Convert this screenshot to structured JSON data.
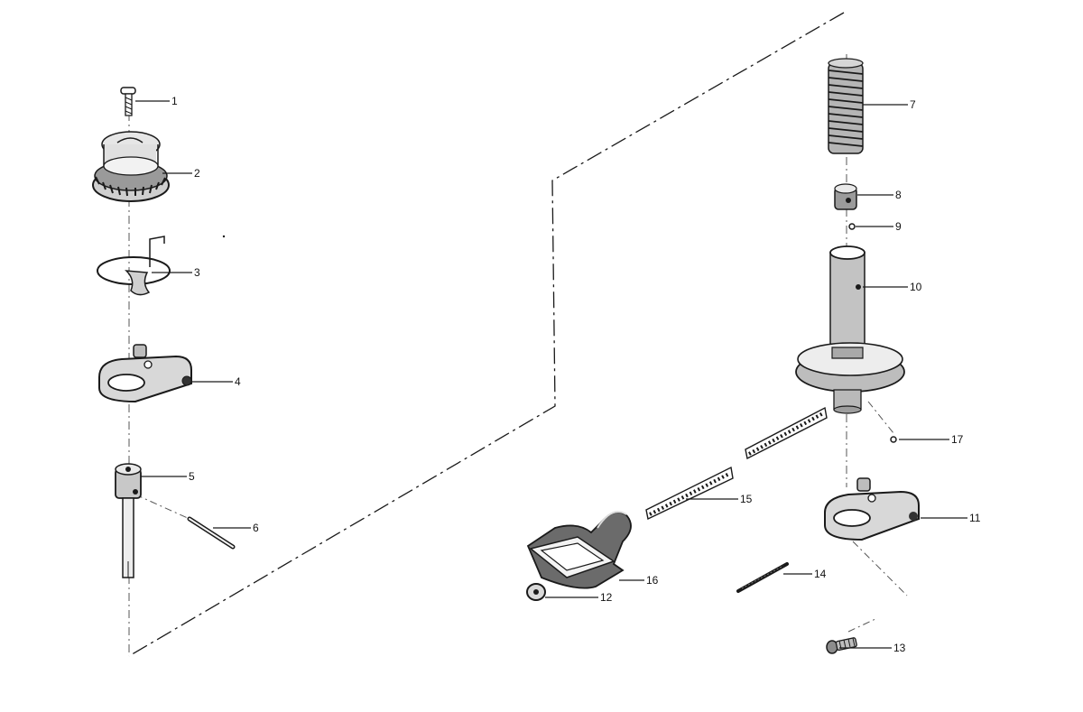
{
  "diagram": {
    "callouts": [
      "1",
      "2",
      "3",
      "4",
      "5",
      "6",
      "7",
      "8",
      "9",
      "10",
      "11",
      "12",
      "13",
      "14",
      "15",
      "16",
      "17"
    ]
  },
  "colors": {
    "ink": "#1a1a1a",
    "gray": "#8a8a8a",
    "light": "#d9d9d9",
    "paper": "#ffffff"
  },
  "icons": [
    "screw-icon",
    "spool-gear-icon",
    "spring-clip-icon",
    "bracket-icon",
    "bushing-icon",
    "pin-icon",
    "spring-icon",
    "collar-icon",
    "ball-icon",
    "spindle-icon",
    "bracket-icon",
    "washer-icon",
    "screw-icon",
    "pin-icon",
    "chain-strip-icon",
    "handle-icon",
    "ball-icon"
  ]
}
